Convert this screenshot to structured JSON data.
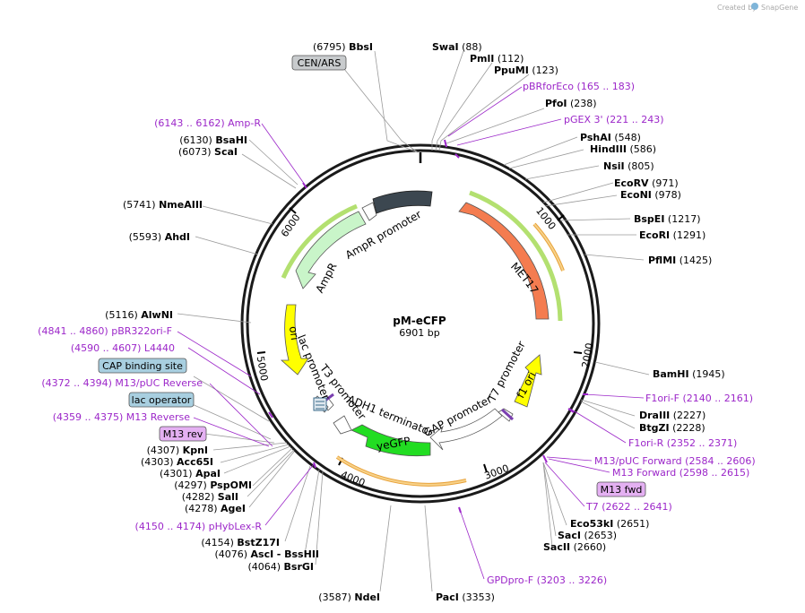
{
  "watermark": {
    "prefix": "Created by",
    "brand": "SnapGene"
  },
  "plasmid": {
    "name": "pM-eCFP",
    "size": "6901 bp"
  },
  "ruler_ticks": [
    "1000",
    "2000",
    "3000",
    "4000",
    "5000",
    "6000"
  ],
  "features": {
    "met17": "MET17",
    "f1_ori": "f1 ori",
    "t7_promoter": "T7 promoter",
    "gap_promoter": "GAP promoter",
    "yegfp": "yeGFP",
    "adh1_terminator": "ADH1 terminator",
    "t3_promoter": "T3 promoter",
    "lac_promoter": "lac promoter",
    "ori": "ori",
    "ampr": "AmpR",
    "ampr_promoter": "AmpR promoter"
  },
  "boxes": {
    "cen_ars": "CEN/ARS",
    "cap_binding_site": "CAP binding site",
    "lac_operator": "lac operator",
    "m13_rev": "M13 rev",
    "m13_fwd": "M13 fwd"
  },
  "sites": {
    "bbsi": {
      "pos": "(6795)",
      "name": "BbsI"
    },
    "swai": {
      "name": "SwaI",
      "pos": "(88)"
    },
    "pmli": {
      "name": "PmlI",
      "pos": "(112)"
    },
    "ppumi": {
      "name": "PpuMI",
      "pos": "(123)"
    },
    "pbrforeco": {
      "name": "pBRforEco",
      "pos": "(165 .. 183)"
    },
    "pfoi": {
      "name": "PfoI",
      "pos": "(238)"
    },
    "pgex3": {
      "name": "pGEX 3'",
      "pos": "(221 .. 243)"
    },
    "pshai": {
      "name": "PshAI",
      "pos": "(548)"
    },
    "hindiii": {
      "name": "HindIII",
      "pos": "(586)"
    },
    "nsii": {
      "name": "NsiI",
      "pos": "(805)"
    },
    "ecorv": {
      "name": "EcoRV",
      "pos": "(971)"
    },
    "econi": {
      "name": "EcoNI",
      "pos": "(978)"
    },
    "bspei": {
      "name": "BspEI",
      "pos": "(1217)"
    },
    "ecori": {
      "name": "EcoRI",
      "pos": "(1291)"
    },
    "pflmi": {
      "name": "PflMI",
      "pos": "(1425)"
    },
    "bamhi": {
      "name": "BamHI",
      "pos": "(1945)"
    },
    "f1ori_f": {
      "name": "F1ori-F",
      "pos": "(2140 .. 2161)"
    },
    "draiii": {
      "name": "DraIII",
      "pos": "(2227)"
    },
    "btgzi": {
      "name": "BtgZI",
      "pos": "(2228)"
    },
    "f1ori_r": {
      "name": "F1ori-R",
      "pos": "(2352 .. 2371)"
    },
    "m13puc_fwd": {
      "name": "M13/pUC Forward",
      "pos": "(2584 .. 2606)"
    },
    "m13_forward": {
      "name": "M13 Forward",
      "pos": "(2598 .. 2615)"
    },
    "t7": {
      "name": "T7",
      "pos": "(2622 .. 2641)"
    },
    "eco53ki": {
      "name": "Eco53kI",
      "pos": "(2651)"
    },
    "saci": {
      "name": "SacI",
      "pos": "(2653)"
    },
    "sacii": {
      "name": "SacII",
      "pos": "(2660)"
    },
    "gpdpro_f": {
      "name": "GPDpro-F",
      "pos": "(3203 .. 3226)"
    },
    "paci": {
      "name": "PacI",
      "pos": "(3353)"
    },
    "ndei": {
      "pos": "(3587)",
      "name": "NdeI"
    },
    "bsrgi": {
      "pos": "(4064)",
      "name": "BsrGI"
    },
    "asci": {
      "pos": "(4076)",
      "name": "AscI",
      "extra": "- BssHII"
    },
    "bstz17i": {
      "pos": "(4154)",
      "name": "BstZ17I"
    },
    "phyblex_r": {
      "pos": "(4150 .. 4174)",
      "name": "pHybLex-R"
    },
    "agei": {
      "pos": "(4278)",
      "name": "AgeI"
    },
    "sali": {
      "pos": "(4282)",
      "name": "SalI"
    },
    "pspomi": {
      "pos": "(4297)",
      "name": "PspOMI"
    },
    "apai": {
      "pos": "(4301)",
      "name": "ApaI"
    },
    "acc65i": {
      "pos": "(4303)",
      "name": "Acc65I"
    },
    "kpni": {
      "pos": "(4307)",
      "name": "KpnI"
    },
    "m13_reverse": {
      "pos": "(4359 .. 4375)",
      "name": "M13 Reverse"
    },
    "m13puc_rev": {
      "pos": "(4372 .. 4394)",
      "name": "M13/pUC Reverse"
    },
    "l4440": {
      "pos": "(4590 .. 4607)",
      "name": "L4440"
    },
    "pbr322ori_f": {
      "pos": "(4841 .. 4860)",
      "name": "pBR322ori-F"
    },
    "alwni": {
      "pos": "(5116)",
      "name": "AlwNI"
    },
    "ahdi": {
      "pos": "(5593)",
      "name": "AhdI"
    },
    "nmeaiii": {
      "pos": "(5741)",
      "name": "NmeAIII"
    },
    "scai": {
      "pos": "(6073)",
      "name": "ScaI"
    },
    "bsahi": {
      "pos": "(6130)",
      "name": "BsaHI"
    },
    "amp_r": {
      "pos": "(6143 .. 6162)",
      "name": "Amp-R"
    }
  }
}
